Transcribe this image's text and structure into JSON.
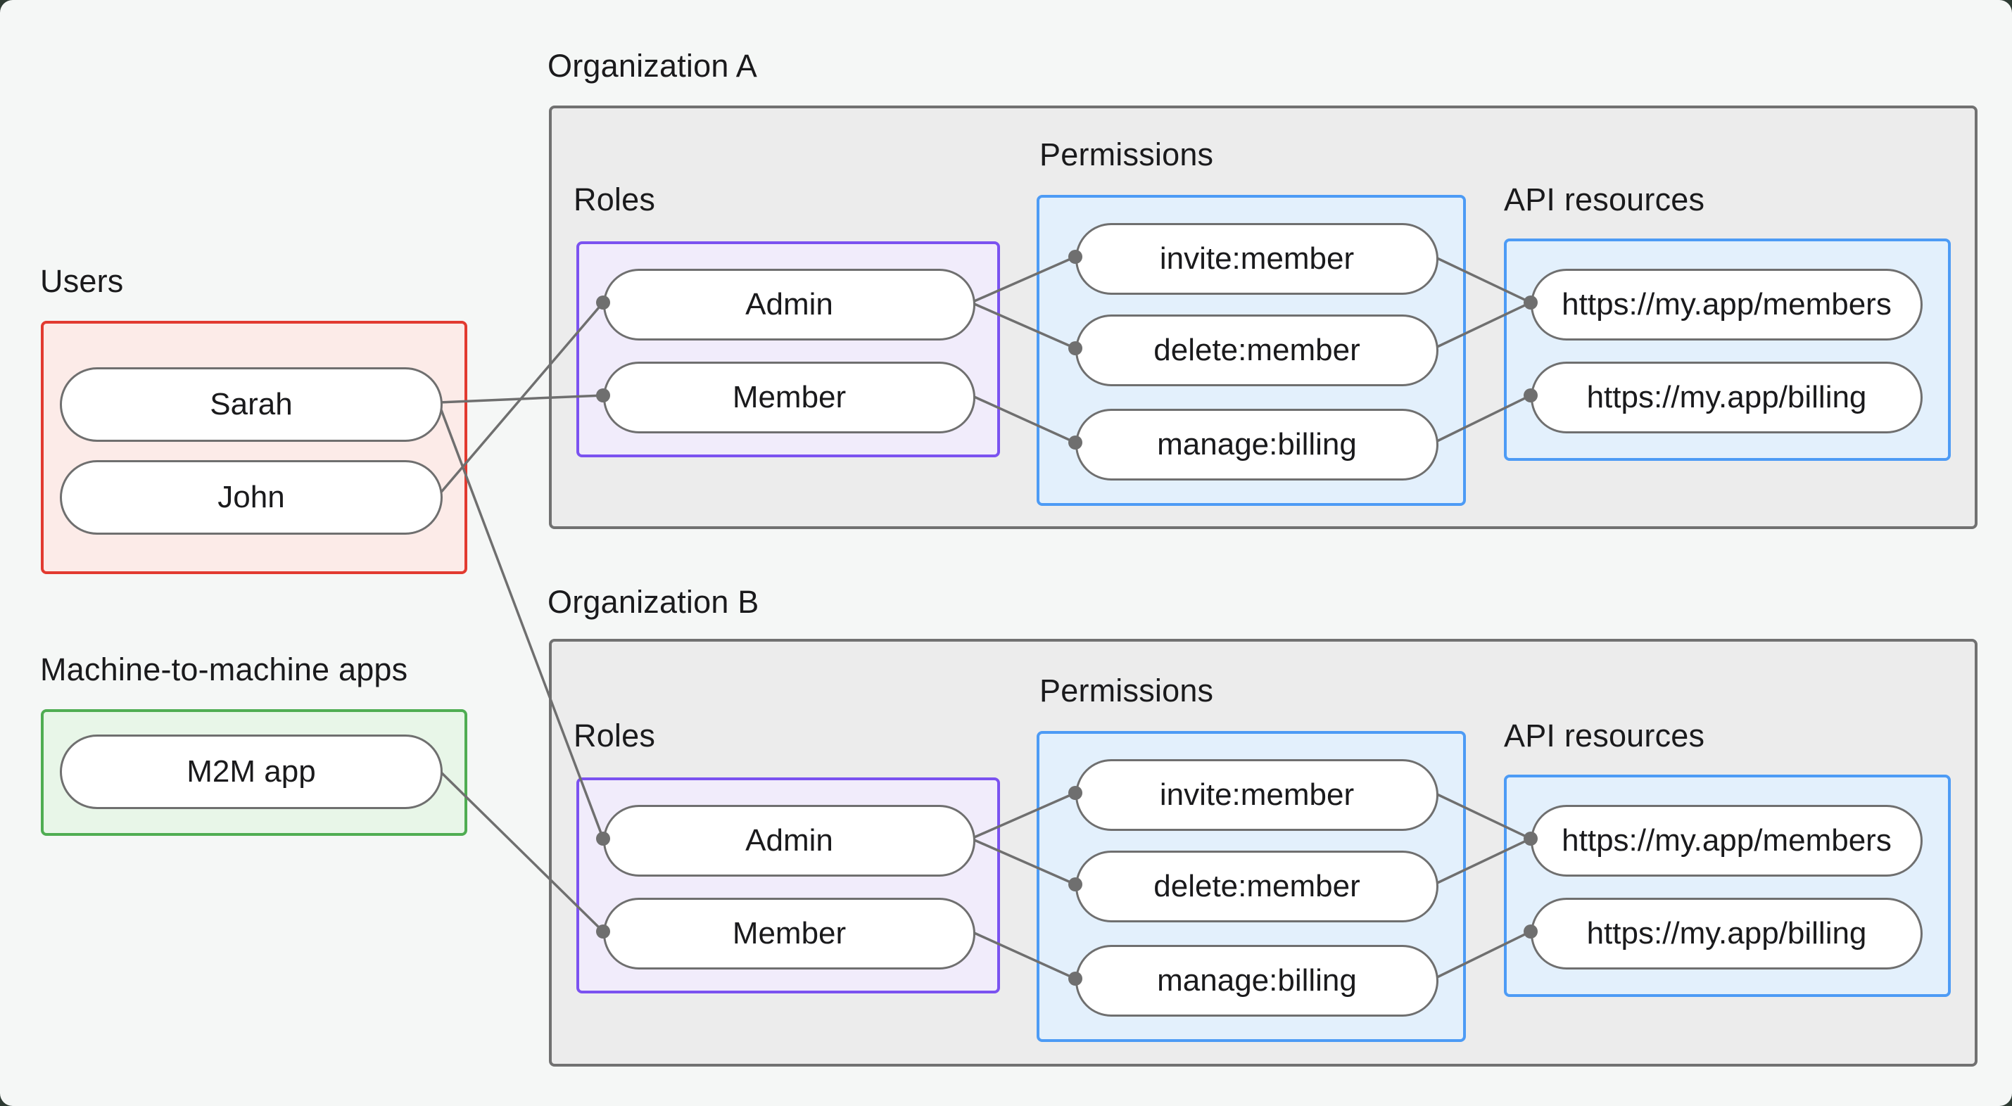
{
  "colors": {
    "background": "#f5f7f6",
    "text": "#1a1a1c",
    "org_container_fill": "#ececec",
    "org_container_border": "#717171",
    "users_fill": "#fcebe8",
    "users_border": "#e23a30",
    "m2m_fill": "#e8f6e8",
    "m2m_border": "#4fad52",
    "roles_fill": "#f1ecfb",
    "roles_border": "#7b52f0",
    "blue_fill": "#e3f0fc",
    "blue_border": "#4d9bf5",
    "node_border": "#6f6f6f",
    "edge": "#6f6f6f"
  },
  "users_group": {
    "label": "Users",
    "nodes": [
      {
        "label": "Sarah"
      },
      {
        "label": "John"
      }
    ]
  },
  "m2m_group": {
    "label": "Machine-to-machine apps",
    "nodes": [
      {
        "label": "M2M app"
      }
    ]
  },
  "organizations": [
    {
      "label": "Organization A",
      "roles_label": "Roles",
      "permissions_label": "Permissions",
      "api_label": "API resources",
      "roles": [
        {
          "label": "Admin"
        },
        {
          "label": "Member"
        }
      ],
      "permissions": [
        {
          "label": "invite:member"
        },
        {
          "label": "delete:member"
        },
        {
          "label": "manage:billing"
        }
      ],
      "api_resources": [
        {
          "label": "https://my.app/members"
        },
        {
          "label": "https://my.app/billing"
        }
      ]
    },
    {
      "label": "Organization B",
      "roles_label": "Roles",
      "permissions_label": "Permissions",
      "api_label": "API resources",
      "roles": [
        {
          "label": "Admin"
        },
        {
          "label": "Member"
        }
      ],
      "permissions": [
        {
          "label": "invite:member"
        },
        {
          "label": "delete:member"
        },
        {
          "label": "manage:billing"
        }
      ],
      "api_resources": [
        {
          "label": "https://my.app/members"
        },
        {
          "label": "https://my.app/billing"
        }
      ]
    }
  ],
  "connections": [
    {
      "from": "Sarah",
      "to": "Organization A / Member"
    },
    {
      "from": "John",
      "to": "Organization A / Admin"
    },
    {
      "from": "Sarah",
      "to": "Organization B / Admin"
    },
    {
      "from": "M2M app",
      "to": "Organization B / Member"
    },
    {
      "from": "Organization A / Admin",
      "to": "Organization A / invite:member"
    },
    {
      "from": "Organization A / Admin",
      "to": "Organization A / delete:member"
    },
    {
      "from": "Organization A / Member",
      "to": "Organization A / manage:billing"
    },
    {
      "from": "Organization A / invite:member",
      "to": "Organization A / https://my.app/members"
    },
    {
      "from": "Organization A / delete:member",
      "to": "Organization A / https://my.app/members"
    },
    {
      "from": "Organization A / manage:billing",
      "to": "Organization A / https://my.app/billing"
    },
    {
      "from": "Organization B / Admin",
      "to": "Organization B / invite:member"
    },
    {
      "from": "Organization B / Admin",
      "to": "Organization B / delete:member"
    },
    {
      "from": "Organization B / Member",
      "to": "Organization B / manage:billing"
    },
    {
      "from": "Organization B / invite:member",
      "to": "Organization B / https://my.app/members"
    },
    {
      "from": "Organization B / delete:member",
      "to": "Organization B / https://my.app/members"
    },
    {
      "from": "Organization B / manage:billing",
      "to": "Organization B / https://my.app/billing"
    }
  ]
}
